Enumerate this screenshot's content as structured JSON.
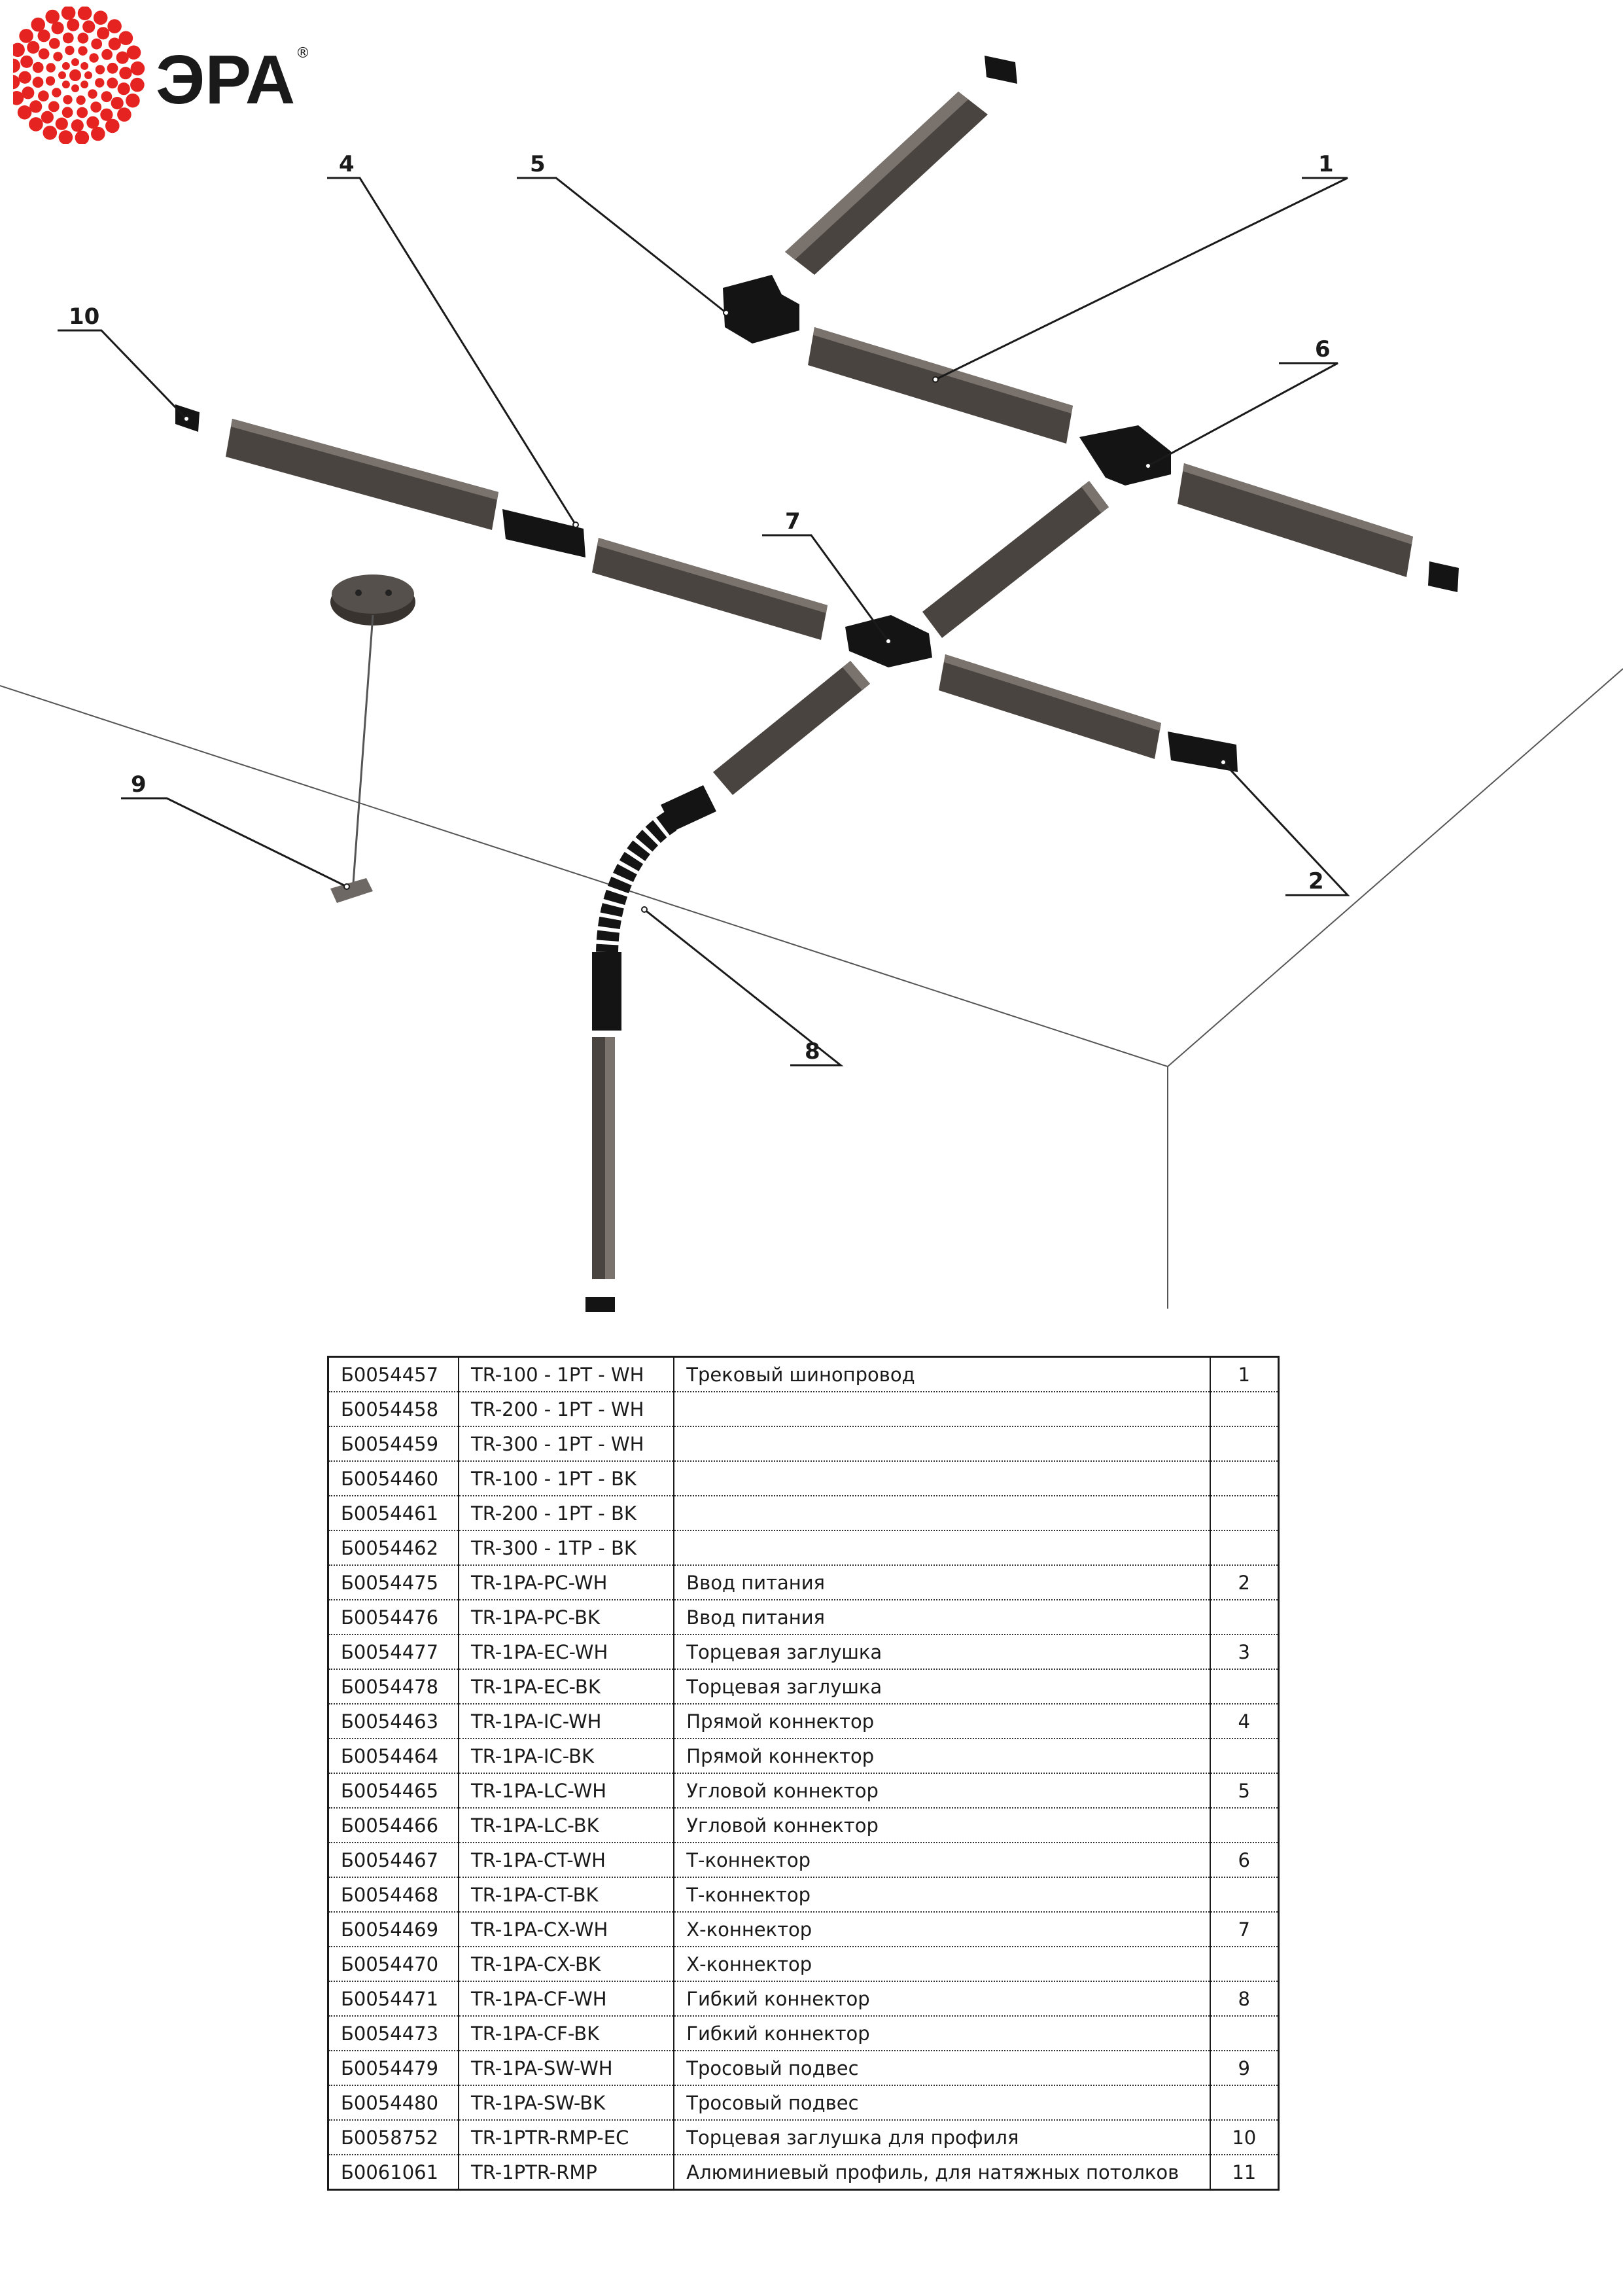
{
  "brand": {
    "name": "ЭРА",
    "registered": "®",
    "color": "#e52421"
  },
  "callouts": [
    "1",
    "2",
    "4",
    "5",
    "6",
    "7",
    "8",
    "9",
    "10"
  ],
  "colors": {
    "rail": "#4a4440",
    "rail_light": "#7a736d",
    "connector": "#141414",
    "line": "#1a1a1a"
  },
  "parts": [
    {
      "article": "Б0054457",
      "model": "TR-100 - 1PT - WH",
      "name": "Трековый шинопровод",
      "num": "1"
    },
    {
      "article": "Б0054458",
      "model": "TR-200 - 1PT - WH",
      "name": "",
      "num": ""
    },
    {
      "article": "Б0054459",
      "model": "TR-300 - 1PT - WH",
      "name": "",
      "num": ""
    },
    {
      "article": "Б0054460",
      "model": "TR-100 - 1PT - BK",
      "name": "",
      "num": ""
    },
    {
      "article": "Б0054461",
      "model": "TR-200 - 1PT - BK",
      "name": "",
      "num": ""
    },
    {
      "article": "Б0054462",
      "model": "TR-300 - 1TP - BK",
      "name": "",
      "num": ""
    },
    {
      "article": "Б0054475",
      "model": "TR-1PA-PC-WH",
      "name": "Ввод питания",
      "num": "2"
    },
    {
      "article": "Б0054476",
      "model": "TR-1PA-PC-BK",
      "name": "Ввод питания",
      "num": ""
    },
    {
      "article": "Б0054477",
      "model": "TR-1PA-EC-WH",
      "name": "Торцевая заглушка",
      "num": "3"
    },
    {
      "article": "Б0054478",
      "model": "TR-1PA-EC-BK",
      "name": "Торцевая заглушка",
      "num": ""
    },
    {
      "article": "Б0054463",
      "model": "TR-1PA-IC-WH",
      "name": "Прямой коннектор",
      "num": "4"
    },
    {
      "article": "Б0054464",
      "model": "TR-1PA-IC-BK",
      "name": "Прямой коннектор",
      "num": ""
    },
    {
      "article": "Б0054465",
      "model": "TR-1PA-LC-WH",
      "name": "Угловой коннектор",
      "num": "5"
    },
    {
      "article": "Б0054466",
      "model": "TR-1PA-LC-BK",
      "name": "Угловой коннектор",
      "num": ""
    },
    {
      "article": "Б0054467",
      "model": "TR-1PA-CT-WH",
      "name": "Т-коннектор",
      "num": "6"
    },
    {
      "article": "Б0054468",
      "model": "TR-1PA-CT-BK",
      "name": "Т-коннектор",
      "num": ""
    },
    {
      "article": "Б0054469",
      "model": "TR-1PA-CX-WH",
      "name": "Х-коннектор",
      "num": "7"
    },
    {
      "article": "Б0054470",
      "model": "TR-1PA-CX-BK",
      "name": "Х-коннектор",
      "num": ""
    },
    {
      "article": "Б0054471",
      "model": "TR-1PA-CF-WH",
      "name": "Гибкий коннектор",
      "num": "8"
    },
    {
      "article": "Б0054473",
      "model": "TR-1PA-CF-BK",
      "name": "Гибкий коннектор",
      "num": ""
    },
    {
      "article": "Б0054479",
      "model": "TR-1PA-SW-WH",
      "name": "Тросовый подвес",
      "num": "9"
    },
    {
      "article": "Б0054480",
      "model": "TR-1PA-SW-BK",
      "name": "Тросовый подвес",
      "num": ""
    },
    {
      "article": "Б0058752",
      "model": "TR-1PTR-RMP-EC",
      "name": "Торцевая заглушка для профиля",
      "num": "10"
    },
    {
      "article": "Б0061061",
      "model": "TR-1PTR-RMP",
      "name": "Алюминиевый профиль, для натяжных потолков",
      "num": "11"
    }
  ]
}
